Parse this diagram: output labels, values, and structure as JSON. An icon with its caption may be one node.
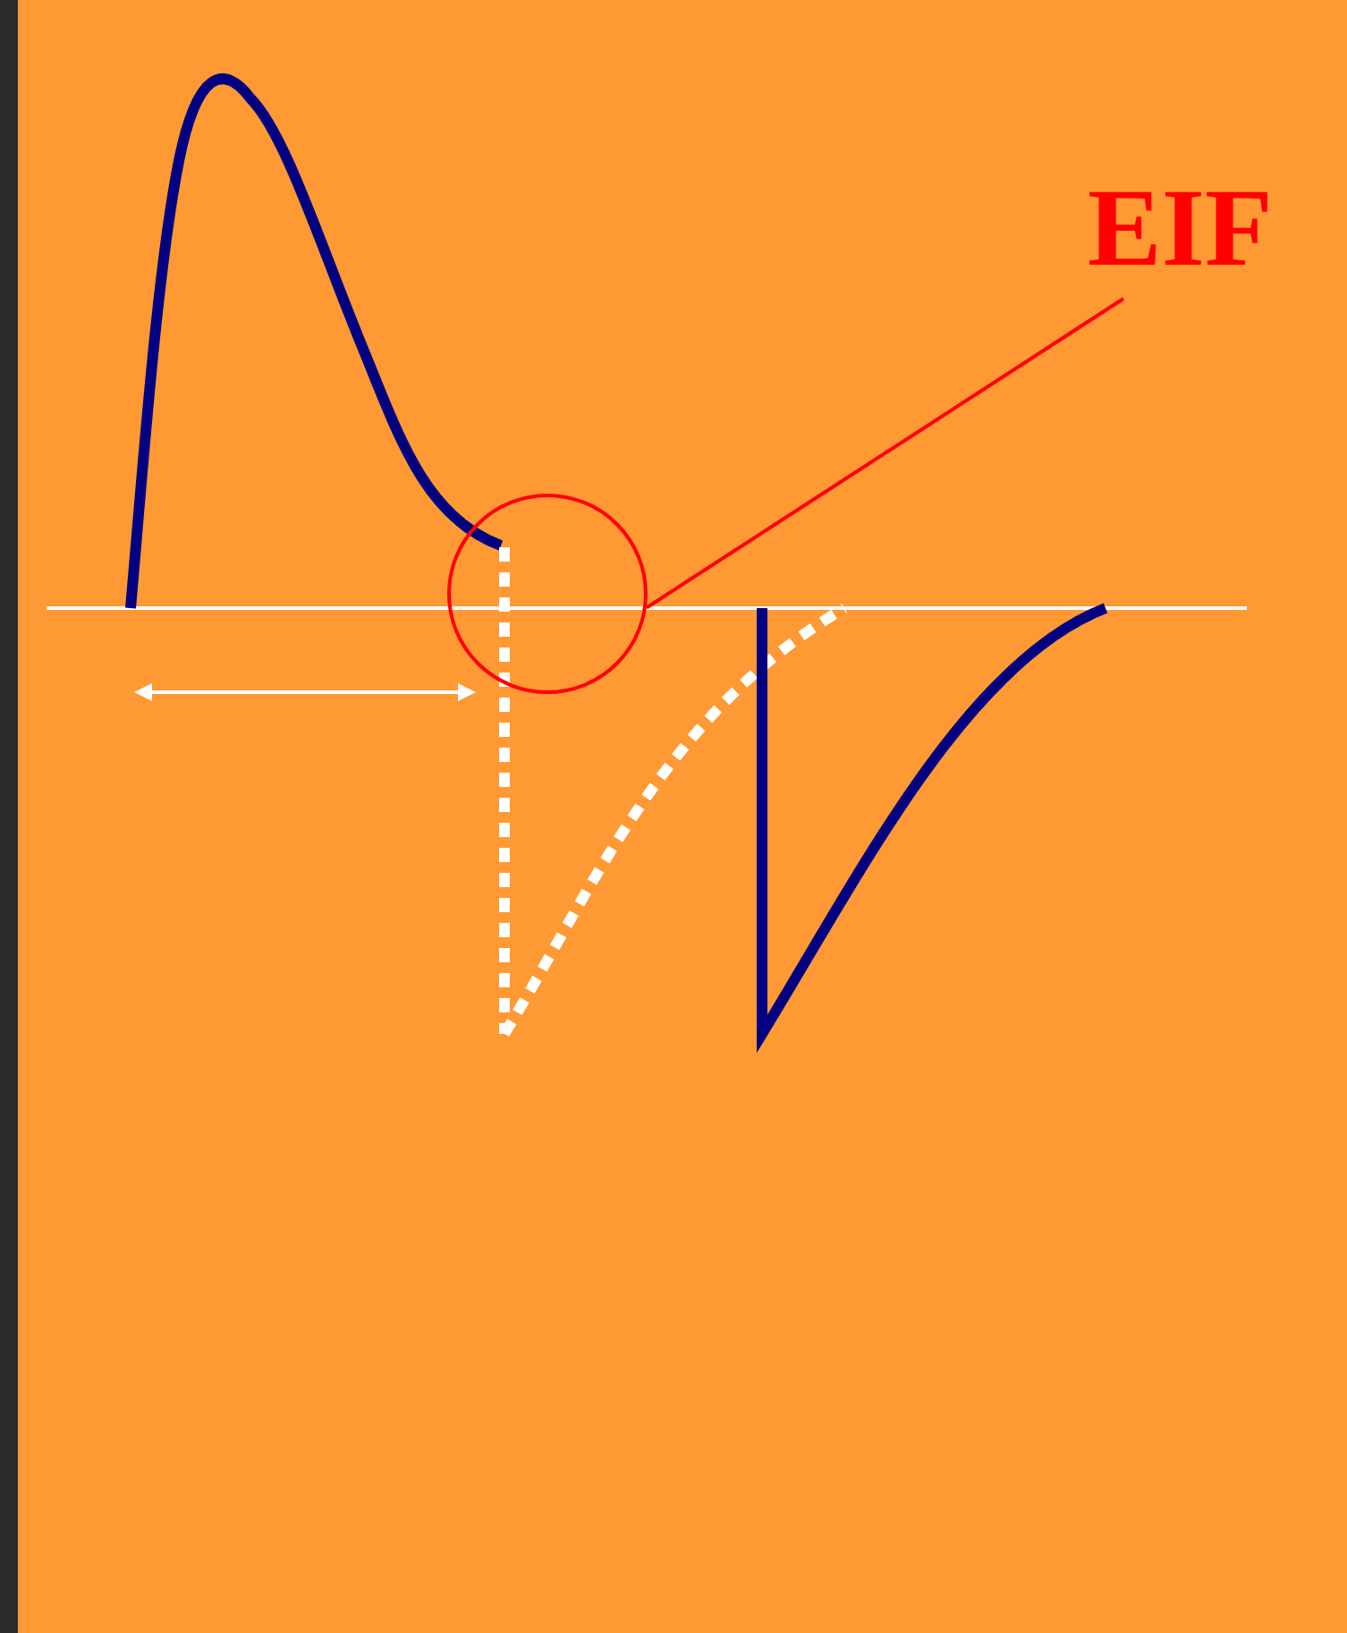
{
  "diagram": {
    "nodes": [
      {
        "text": [
          "EIF"
        ]
      },
      {
        "text": [],
        "shape": "circle"
      }
    ],
    "edges": [
      {
        "from": 0,
        "to": 1,
        "arrow": "none",
        "color": "#ff0000"
      }
    ]
  }
}
